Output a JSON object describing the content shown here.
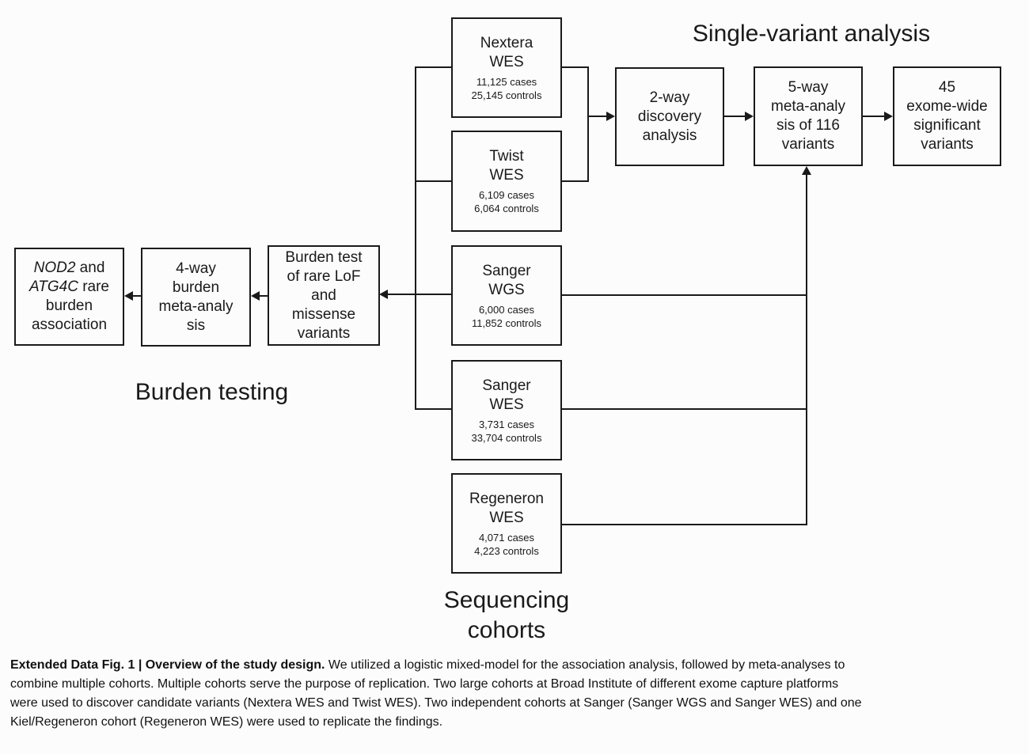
{
  "titles": {
    "single_variant": "Single-variant analysis",
    "burden_testing": "Burden testing",
    "sequencing_cohorts": "Sequencing\ncohorts"
  },
  "cohorts": [
    {
      "name": "Nextera\nWES",
      "cases": "11,125 cases",
      "controls": "25,145 controls"
    },
    {
      "name": "Twist\nWES",
      "cases": "6,109 cases",
      "controls": "6,064 controls"
    },
    {
      "name": "Sanger\nWGS",
      "cases": "6,000 cases",
      "controls": "11,852 controls"
    },
    {
      "name": "Sanger\nWES",
      "cases": "3,731 cases",
      "controls": "33,704 controls"
    },
    {
      "name": "Regeneron\nWES",
      "cases": "4,071 cases",
      "controls": "4,223 controls"
    }
  ],
  "single_variant_flow": {
    "discovery": "2-way\ndiscovery\nanalysis",
    "meta_analysis": "5-way\nmeta-analy\nsis of 116\nvariants",
    "significant": "45\nexome-wide\nsignificant\nvariants"
  },
  "burden_flow": {
    "burden_test": "Burden test\nof rare LoF\nand\nmissense\nvariants",
    "meta_analysis": "4-way\nburden\nmeta-analy\nsis",
    "result": {
      "gene1": "NOD2",
      "after_gene1": " and",
      "gene2": "ATG4C",
      "after_gene2": " rare",
      "line3": "burden",
      "line4": "association"
    }
  },
  "caption": {
    "bold": "Extended Data Fig. 1 | Overview of the study design.",
    "text": " We utilized a logistic mixed-model for the association analysis, followed by meta-analyses to\ncombine multiple cohorts. Multiple cohorts serve the purpose of replication. Two large cohorts at Broad Institute of different exome capture platforms\nwere used to discover candidate variants (Nextera WES and Twist WES). Two independent cohorts at Sanger (Sanger WGS and Sanger WES) and one\nKiel/Regeneron cohort (Regeneron WES) were used to replicate the findings."
  },
  "colors": {
    "line": "#1a1a1a",
    "text": "#1a1a1a",
    "background": "#fcfcfc"
  }
}
